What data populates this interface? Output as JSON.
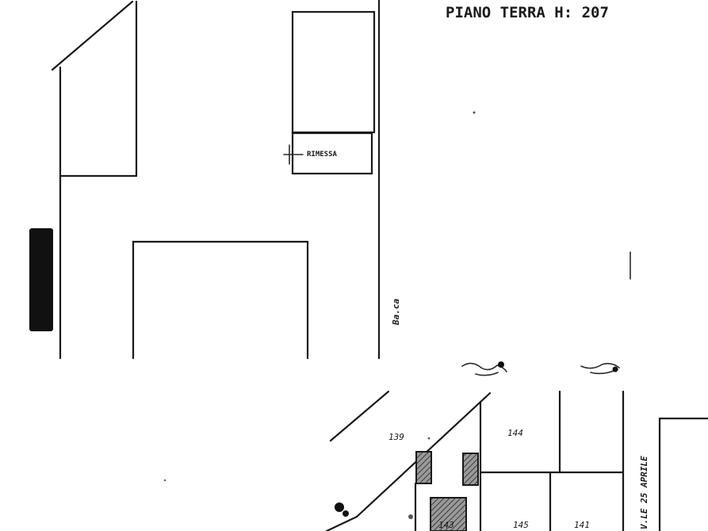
{
  "title": "PIANO TERRA H: 207",
  "labels": {
    "room_label": "RIMESSA",
    "side_label": "Ba.ca",
    "parcel_139": "139",
    "parcel_144": "144",
    "parcel_143": "143",
    "parcel_145": "145",
    "parcel_141": "141",
    "street": "V.LE 25 APRILE"
  },
  "colors": {
    "ink": "#1a1a1a",
    "paper": "#ffffff"
  }
}
